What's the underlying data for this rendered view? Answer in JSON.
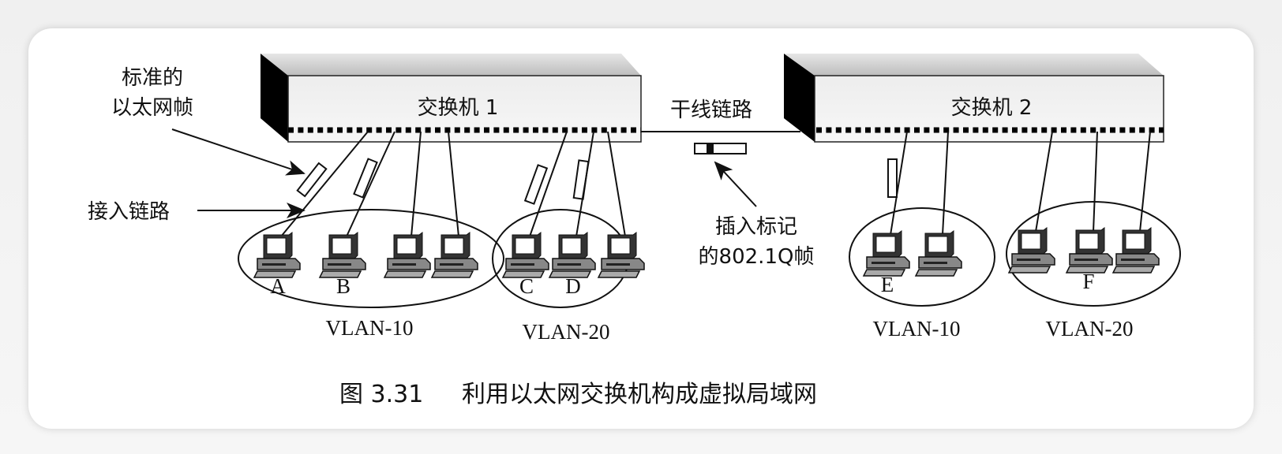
{
  "figure": {
    "caption_number": "图 3.31",
    "caption_text": "利用以太网交换机构成虚拟局域网"
  },
  "switches": [
    {
      "id": "switch-1",
      "label": "交换机 1"
    },
    {
      "id": "switch-2",
      "label": "交换机 2"
    }
  ],
  "trunk": {
    "label": "干线链路",
    "tagged_frame_label_line1": "插入标记",
    "tagged_frame_label_line2": "的802.1Q帧"
  },
  "annotations": {
    "standard_frame_line1": "标准的",
    "standard_frame_line2": "以太网帧",
    "access_link": "接入链路"
  },
  "vlan_groups": [
    {
      "switch": "switch-1",
      "name": "VLAN-10",
      "hosts": [
        "A",
        "B",
        "",
        ""
      ]
    },
    {
      "switch": "switch-1",
      "name": "VLAN-20",
      "hosts": [
        "C",
        "D",
        ""
      ]
    },
    {
      "switch": "switch-2",
      "name": "VLAN-10",
      "hosts": [
        "E",
        ""
      ]
    },
    {
      "switch": "switch-2",
      "name": "VLAN-20",
      "hosts": [
        "",
        "F",
        ""
      ]
    }
  ],
  "colors": {
    "switch_top": "#c8c8c8",
    "switch_front": "#eeeeee",
    "switch_side": "#000000",
    "line": "#111111"
  }
}
